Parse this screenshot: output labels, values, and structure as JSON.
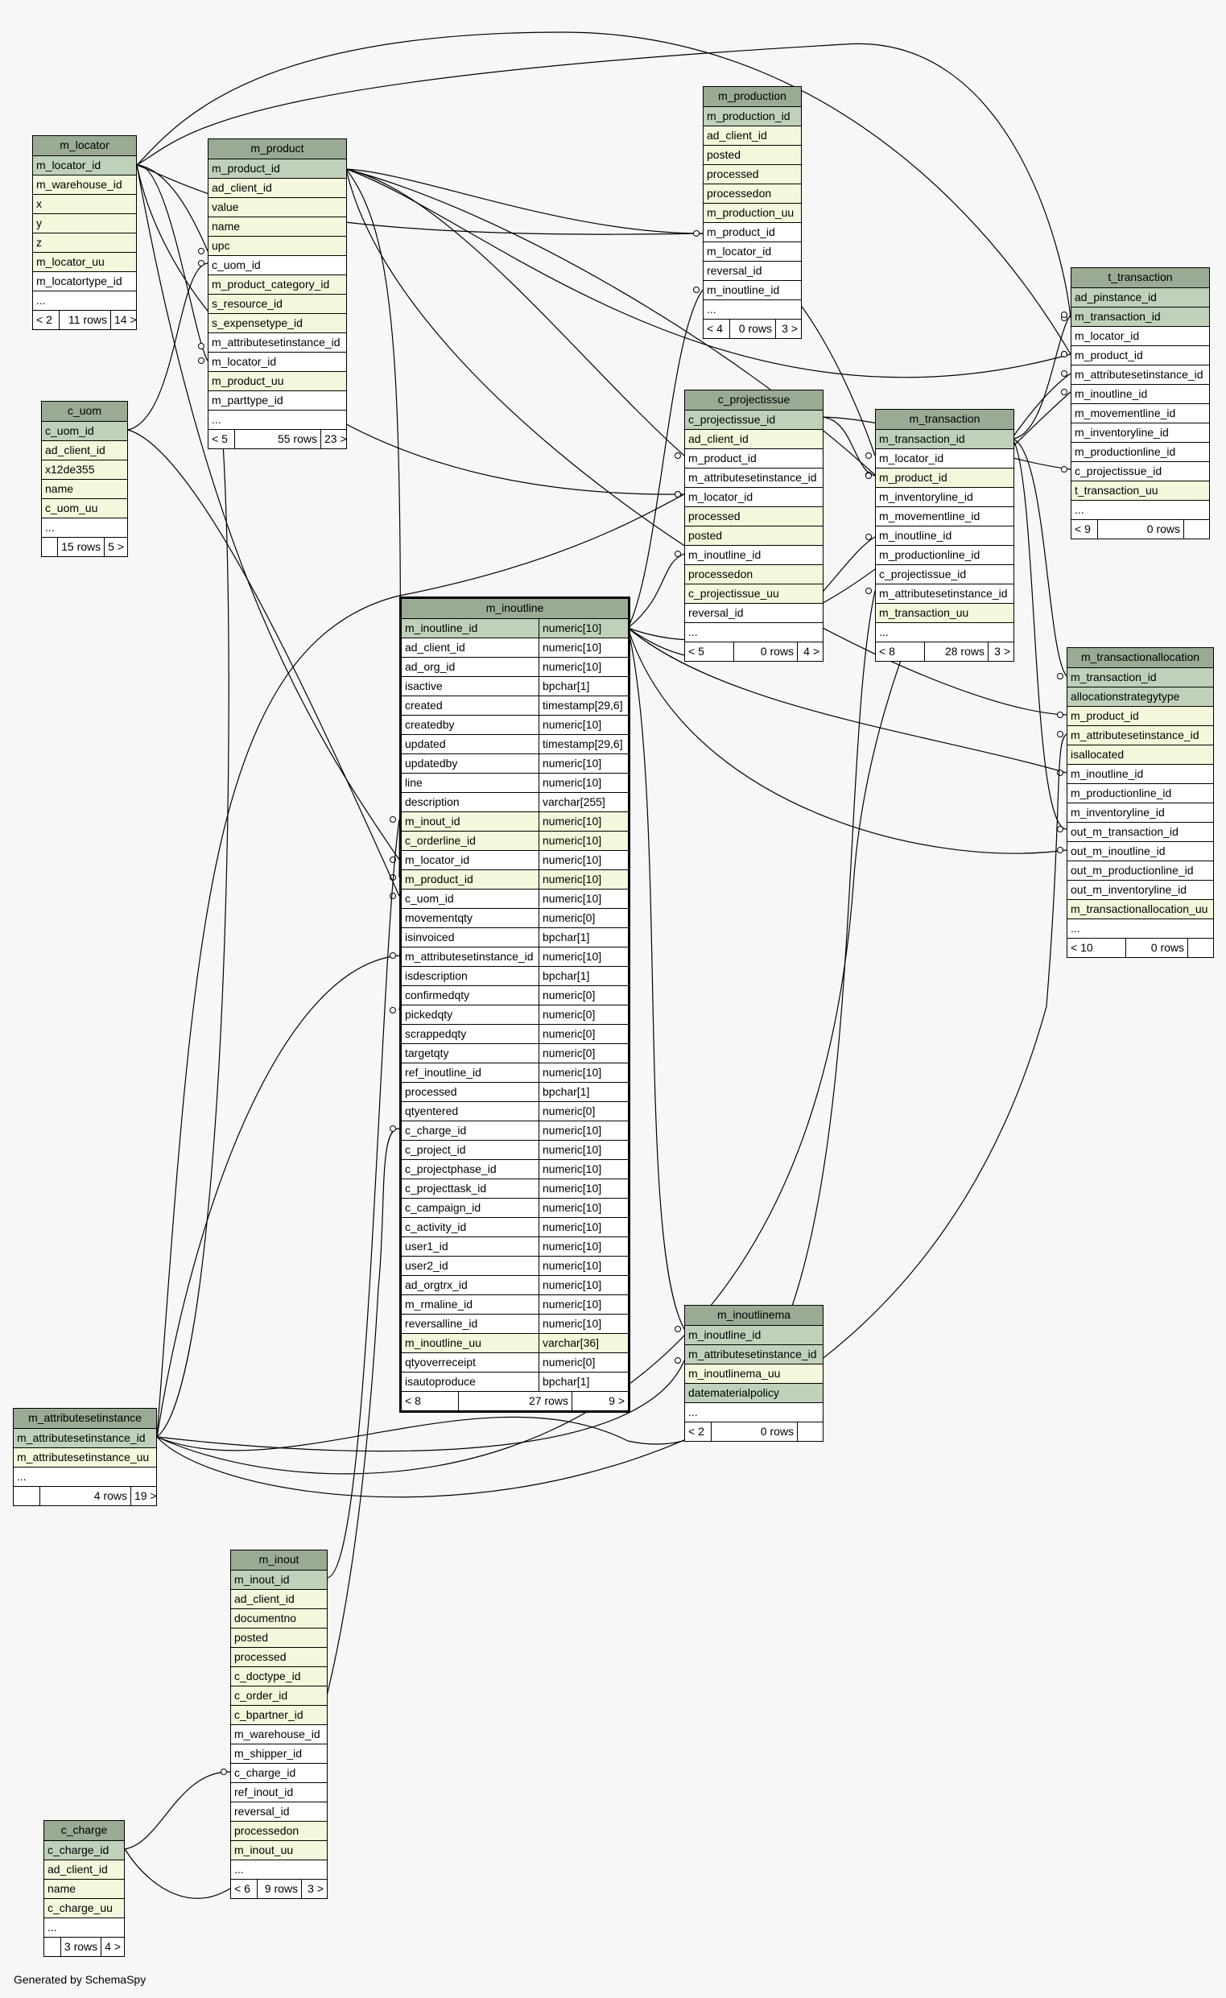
{
  "footer": "Generated by SchemaSpy",
  "tables": {
    "m_locator": {
      "title": "m_locator",
      "rows": [
        {
          "name": "m_locator_id",
          "kind": "pk"
        },
        {
          "name": "m_warehouse_id",
          "kind": "fk"
        },
        {
          "name": "x",
          "kind": "fk"
        },
        {
          "name": "y",
          "kind": "fk"
        },
        {
          "name": "z",
          "kind": "fk"
        },
        {
          "name": "m_locator_uu",
          "kind": "fk"
        },
        {
          "name": "m_locatortype_id",
          "kind": "plain"
        },
        {
          "name": "...",
          "kind": "plain"
        }
      ],
      "footer": [
        "< 2",
        "11 rows",
        "14 >"
      ]
    },
    "m_product": {
      "title": "m_product",
      "rows": [
        {
          "name": "m_product_id",
          "kind": "pk"
        },
        {
          "name": "ad_client_id",
          "kind": "fk"
        },
        {
          "name": "value",
          "kind": "fk"
        },
        {
          "name": "name",
          "kind": "fk"
        },
        {
          "name": "upc",
          "kind": "fk"
        },
        {
          "name": "c_uom_id",
          "kind": "plain"
        },
        {
          "name": "m_product_category_id",
          "kind": "fk"
        },
        {
          "name": "s_resource_id",
          "kind": "fk"
        },
        {
          "name": "s_expensetype_id",
          "kind": "fk"
        },
        {
          "name": "m_attributesetinstance_id",
          "kind": "plain"
        },
        {
          "name": "m_locator_id",
          "kind": "plain"
        },
        {
          "name": "m_product_uu",
          "kind": "fk"
        },
        {
          "name": "m_parttype_id",
          "kind": "plain"
        },
        {
          "name": "...",
          "kind": "plain"
        }
      ],
      "footer": [
        "< 5",
        "55 rows",
        "23 >"
      ]
    },
    "c_uom": {
      "title": "c_uom",
      "rows": [
        {
          "name": "c_uom_id",
          "kind": "pk"
        },
        {
          "name": "ad_client_id",
          "kind": "fk"
        },
        {
          "name": "x12de355",
          "kind": "fk"
        },
        {
          "name": "name",
          "kind": "fk"
        },
        {
          "name": "c_uom_uu",
          "kind": "fk"
        },
        {
          "name": "...",
          "kind": "plain"
        }
      ],
      "footer": [
        "",
        "15 rows",
        "5 >"
      ]
    },
    "m_production": {
      "title": "m_production",
      "rows": [
        {
          "name": "m_production_id",
          "kind": "pk"
        },
        {
          "name": "ad_client_id",
          "kind": "fk"
        },
        {
          "name": "posted",
          "kind": "fk"
        },
        {
          "name": "processed",
          "kind": "fk"
        },
        {
          "name": "processedon",
          "kind": "fk"
        },
        {
          "name": "m_production_uu",
          "kind": "fk"
        },
        {
          "name": "m_product_id",
          "kind": "plain"
        },
        {
          "name": "m_locator_id",
          "kind": "plain"
        },
        {
          "name": "reversal_id",
          "kind": "plain"
        },
        {
          "name": "m_inoutline_id",
          "kind": "plain"
        },
        {
          "name": "...",
          "kind": "plain"
        }
      ],
      "footer": [
        "< 4",
        "0 rows",
        "3 >"
      ]
    },
    "t_transaction": {
      "title": "t_transaction",
      "rows": [
        {
          "name": "ad_pinstance_id",
          "kind": "pk"
        },
        {
          "name": "m_transaction_id",
          "kind": "pk"
        },
        {
          "name": "m_locator_id",
          "kind": "plain"
        },
        {
          "name": "m_product_id",
          "kind": "plain"
        },
        {
          "name": "m_attributesetinstance_id",
          "kind": "plain"
        },
        {
          "name": "m_inoutline_id",
          "kind": "plain"
        },
        {
          "name": "m_movementline_id",
          "kind": "plain"
        },
        {
          "name": "m_inventoryline_id",
          "kind": "plain"
        },
        {
          "name": "m_productionline_id",
          "kind": "plain"
        },
        {
          "name": "c_projectissue_id",
          "kind": "plain"
        },
        {
          "name": "t_transaction_uu",
          "kind": "fk"
        },
        {
          "name": "...",
          "kind": "plain"
        }
      ],
      "footer": [
        "< 9",
        "0 rows",
        ""
      ]
    },
    "c_projectissue": {
      "title": "c_projectissue",
      "rows": [
        {
          "name": "c_projectissue_id",
          "kind": "pk"
        },
        {
          "name": "ad_client_id",
          "kind": "fk"
        },
        {
          "name": "m_product_id",
          "kind": "plain"
        },
        {
          "name": "m_attributesetinstance_id",
          "kind": "plain"
        },
        {
          "name": "m_locator_id",
          "kind": "plain"
        },
        {
          "name": "processed",
          "kind": "fk"
        },
        {
          "name": "posted",
          "kind": "fk"
        },
        {
          "name": "m_inoutline_id",
          "kind": "plain"
        },
        {
          "name": "processedon",
          "kind": "fk"
        },
        {
          "name": "c_projectissue_uu",
          "kind": "fk"
        },
        {
          "name": "reversal_id",
          "kind": "plain"
        },
        {
          "name": "...",
          "kind": "plain"
        }
      ],
      "footer": [
        "< 5",
        "0 rows",
        "4 >"
      ]
    },
    "m_transaction": {
      "title": "m_transaction",
      "rows": [
        {
          "name": "m_transaction_id",
          "kind": "pk"
        },
        {
          "name": "m_locator_id",
          "kind": "plain"
        },
        {
          "name": "m_product_id",
          "kind": "fk"
        },
        {
          "name": "m_inventoryline_id",
          "kind": "plain"
        },
        {
          "name": "m_movementline_id",
          "kind": "plain"
        },
        {
          "name": "m_inoutline_id",
          "kind": "plain"
        },
        {
          "name": "m_productionline_id",
          "kind": "plain"
        },
        {
          "name": "c_projectissue_id",
          "kind": "plain"
        },
        {
          "name": "m_attributesetinstance_id",
          "kind": "plain"
        },
        {
          "name": "m_transaction_uu",
          "kind": "fk"
        },
        {
          "name": "...",
          "kind": "plain"
        }
      ],
      "footer": [
        "< 8",
        "28 rows",
        "3 >"
      ]
    },
    "m_transactionallocation": {
      "title": "m_transactionallocation",
      "rows": [
        {
          "name": "m_transaction_id",
          "kind": "pk"
        },
        {
          "name": "allocationstrategytype",
          "kind": "pk"
        },
        {
          "name": "m_product_id",
          "kind": "fk"
        },
        {
          "name": "m_attributesetinstance_id",
          "kind": "fk"
        },
        {
          "name": "isallocated",
          "kind": "fk"
        },
        {
          "name": "m_inoutline_id",
          "kind": "plain"
        },
        {
          "name": "m_productionline_id",
          "kind": "plain"
        },
        {
          "name": "m_inventoryline_id",
          "kind": "plain"
        },
        {
          "name": "out_m_transaction_id",
          "kind": "plain"
        },
        {
          "name": "out_m_inoutline_id",
          "kind": "plain"
        },
        {
          "name": "out_m_productionline_id",
          "kind": "plain"
        },
        {
          "name": "out_m_inventoryline_id",
          "kind": "plain"
        },
        {
          "name": "m_transactionallocation_uu",
          "kind": "fk"
        },
        {
          "name": "...",
          "kind": "plain"
        }
      ],
      "footer": [
        "< 10",
        "0 rows",
        ""
      ]
    },
    "m_inoutline": {
      "title": "m_inoutline",
      "rows": [
        {
          "name": "m_inoutline_id",
          "type": "numeric[10]",
          "kind": "pk"
        },
        {
          "name": "ad_client_id",
          "type": "numeric[10]",
          "kind": "plain"
        },
        {
          "name": "ad_org_id",
          "type": "numeric[10]",
          "kind": "plain"
        },
        {
          "name": "isactive",
          "type": "bpchar[1]",
          "kind": "plain"
        },
        {
          "name": "created",
          "type": "timestamp[29,6]",
          "kind": "plain"
        },
        {
          "name": "createdby",
          "type": "numeric[10]",
          "kind": "plain"
        },
        {
          "name": "updated",
          "type": "timestamp[29,6]",
          "kind": "plain"
        },
        {
          "name": "updatedby",
          "type": "numeric[10]",
          "kind": "plain"
        },
        {
          "name": "line",
          "type": "numeric[10]",
          "kind": "plain"
        },
        {
          "name": "description",
          "type": "varchar[255]",
          "kind": "plain"
        },
        {
          "name": "m_inout_id",
          "type": "numeric[10]",
          "kind": "fk"
        },
        {
          "name": "c_orderline_id",
          "type": "numeric[10]",
          "kind": "fk"
        },
        {
          "name": "m_locator_id",
          "type": "numeric[10]",
          "kind": "plain"
        },
        {
          "name": "m_product_id",
          "type": "numeric[10]",
          "kind": "fk"
        },
        {
          "name": "c_uom_id",
          "type": "numeric[10]",
          "kind": "plain"
        },
        {
          "name": "movementqty",
          "type": "numeric[0]",
          "kind": "plain"
        },
        {
          "name": "isinvoiced",
          "type": "bpchar[1]",
          "kind": "plain"
        },
        {
          "name": "m_attributesetinstance_id",
          "type": "numeric[10]",
          "kind": "plain"
        },
        {
          "name": "isdescription",
          "type": "bpchar[1]",
          "kind": "plain"
        },
        {
          "name": "confirmedqty",
          "type": "numeric[0]",
          "kind": "plain"
        },
        {
          "name": "pickedqty",
          "type": "numeric[0]",
          "kind": "plain"
        },
        {
          "name": "scrappedqty",
          "type": "numeric[0]",
          "kind": "plain"
        },
        {
          "name": "targetqty",
          "type": "numeric[0]",
          "kind": "plain"
        },
        {
          "name": "ref_inoutline_id",
          "type": "numeric[10]",
          "kind": "plain"
        },
        {
          "name": "processed",
          "type": "bpchar[1]",
          "kind": "plain"
        },
        {
          "name": "qtyentered",
          "type": "numeric[0]",
          "kind": "plain"
        },
        {
          "name": "c_charge_id",
          "type": "numeric[10]",
          "kind": "plain"
        },
        {
          "name": "c_project_id",
          "type": "numeric[10]",
          "kind": "plain"
        },
        {
          "name": "c_projectphase_id",
          "type": "numeric[10]",
          "kind": "plain"
        },
        {
          "name": "c_projecttask_id",
          "type": "numeric[10]",
          "kind": "plain"
        },
        {
          "name": "c_campaign_id",
          "type": "numeric[10]",
          "kind": "plain"
        },
        {
          "name": "c_activity_id",
          "type": "numeric[10]",
          "kind": "plain"
        },
        {
          "name": "user1_id",
          "type": "numeric[10]",
          "kind": "plain"
        },
        {
          "name": "user2_id",
          "type": "numeric[10]",
          "kind": "plain"
        },
        {
          "name": "ad_orgtrx_id",
          "type": "numeric[10]",
          "kind": "plain"
        },
        {
          "name": "m_rmaline_id",
          "type": "numeric[10]",
          "kind": "plain"
        },
        {
          "name": "reversalline_id",
          "type": "numeric[10]",
          "kind": "plain"
        },
        {
          "name": "m_inoutline_uu",
          "type": "varchar[36]",
          "kind": "fk"
        },
        {
          "name": "qtyoverreceipt",
          "type": "numeric[0]",
          "kind": "plain"
        },
        {
          "name": "isautoproduce",
          "type": "bpchar[1]",
          "kind": "plain"
        }
      ],
      "footer": [
        "< 8",
        "27 rows",
        "9 >"
      ]
    },
    "m_inoutlinema": {
      "title": "m_inoutlinema",
      "rows": [
        {
          "name": "m_inoutline_id",
          "kind": "pk"
        },
        {
          "name": "m_attributesetinstance_id",
          "kind": "pk"
        },
        {
          "name": "m_inoutlinema_uu",
          "kind": "fk"
        },
        {
          "name": "datematerialpolicy",
          "kind": "pk"
        },
        {
          "name": "...",
          "kind": "plain"
        }
      ],
      "footer": [
        "< 2",
        "0 rows",
        ""
      ]
    },
    "m_attributesetinstance": {
      "title": "m_attributesetinstance",
      "rows": [
        {
          "name": "m_attributesetinstance_id",
          "kind": "pk"
        },
        {
          "name": "m_attributesetinstance_uu",
          "kind": "fk"
        },
        {
          "name": "...",
          "kind": "plain"
        }
      ],
      "footer": [
        "",
        "4 rows",
        "19 >"
      ]
    },
    "m_inout": {
      "title": "m_inout",
      "rows": [
        {
          "name": "m_inout_id",
          "kind": "pk"
        },
        {
          "name": "ad_client_id",
          "kind": "fk"
        },
        {
          "name": "documentno",
          "kind": "fk"
        },
        {
          "name": "posted",
          "kind": "fk"
        },
        {
          "name": "processed",
          "kind": "fk"
        },
        {
          "name": "c_doctype_id",
          "kind": "fk"
        },
        {
          "name": "c_order_id",
          "kind": "fk"
        },
        {
          "name": "c_bpartner_id",
          "kind": "fk"
        },
        {
          "name": "m_warehouse_id",
          "kind": "plain"
        },
        {
          "name": "m_shipper_id",
          "kind": "plain"
        },
        {
          "name": "c_charge_id",
          "kind": "plain"
        },
        {
          "name": "ref_inout_id",
          "kind": "plain"
        },
        {
          "name": "reversal_id",
          "kind": "plain"
        },
        {
          "name": "processedon",
          "kind": "fk"
        },
        {
          "name": "m_inout_uu",
          "kind": "fk"
        },
        {
          "name": "...",
          "kind": "plain"
        }
      ],
      "footer": [
        "< 6",
        "9 rows",
        "3 >"
      ]
    },
    "c_charge": {
      "title": "c_charge",
      "rows": [
        {
          "name": "c_charge_id",
          "kind": "pk"
        },
        {
          "name": "ad_client_id",
          "kind": "fk"
        },
        {
          "name": "name",
          "kind": "fk"
        },
        {
          "name": "c_charge_uu",
          "kind": "fk"
        },
        {
          "name": "...",
          "kind": "plain"
        }
      ],
      "footer": [
        "",
        "3 rows",
        "4 >"
      ]
    }
  }
}
